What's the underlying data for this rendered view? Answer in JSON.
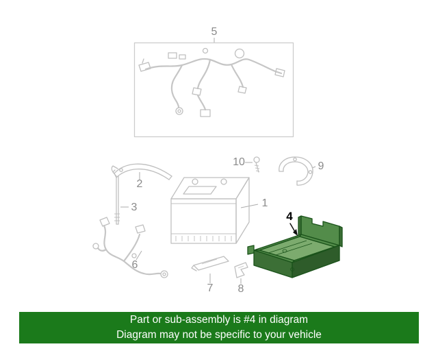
{
  "diagram": {
    "callouts": [
      {
        "number": "5"
      },
      {
        "number": "2"
      },
      {
        "number": "3"
      },
      {
        "number": "1"
      },
      {
        "number": "10"
      },
      {
        "number": "9"
      },
      {
        "number": "4",
        "highlighted": true
      },
      {
        "number": "6"
      },
      {
        "number": "7"
      },
      {
        "number": "8"
      }
    ],
    "highlighted_part": "4",
    "line_color": "#bfbfbf",
    "callout_color": "#8a8a8a",
    "highlight_fill": "#538c4a",
    "highlight_outline": "#1a521a"
  },
  "banner": {
    "line1": "Part or sub-assembly is #4 in diagram",
    "line2": "Diagram may not be specific to your vehicle",
    "background": "#1b7a1b",
    "text_color": "#ffffff"
  }
}
